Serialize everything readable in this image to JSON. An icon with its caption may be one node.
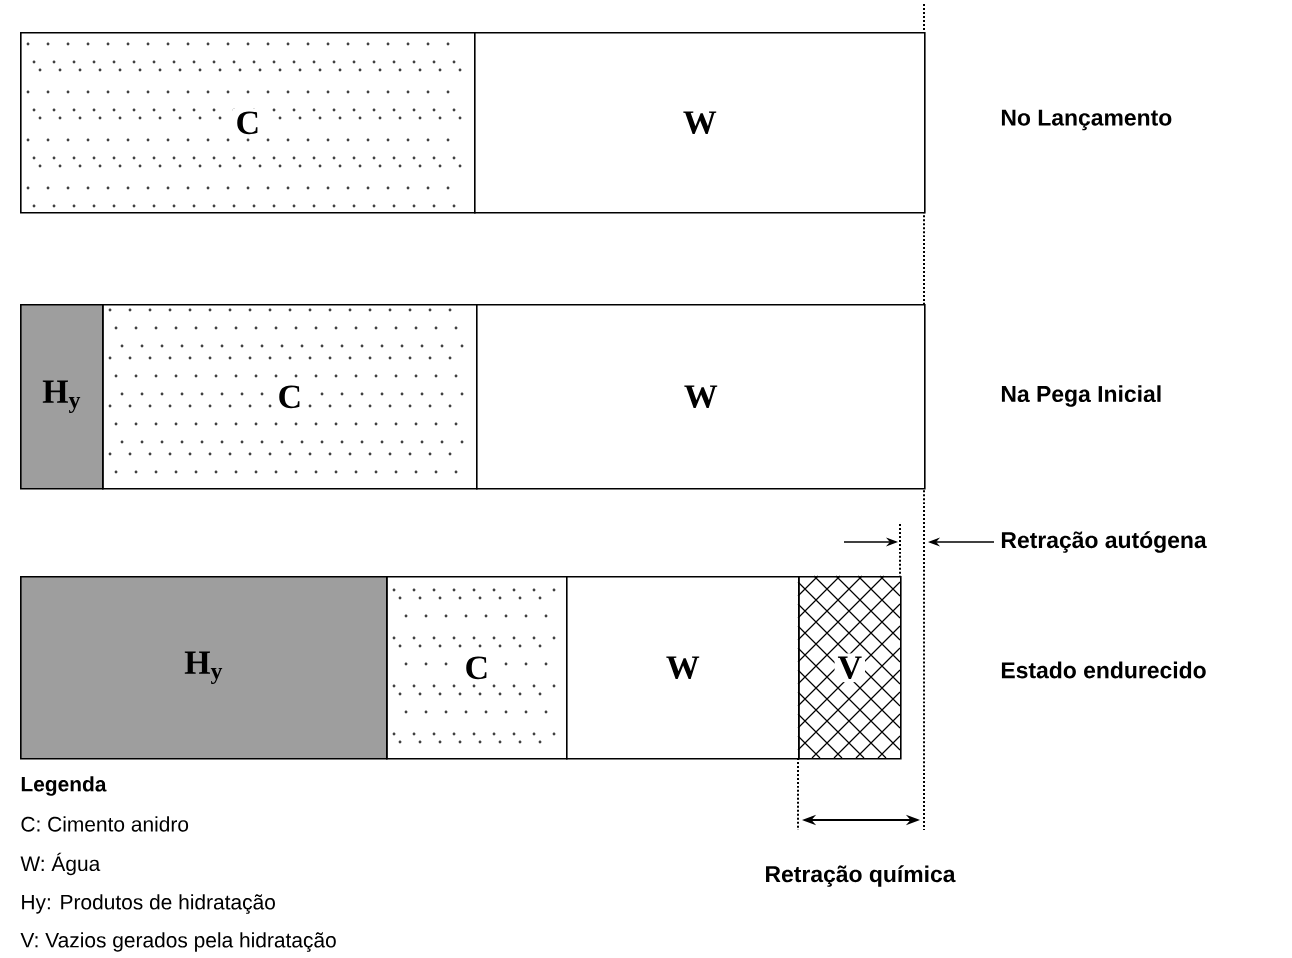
{
  "diagram": {
    "nodes": [
      {
        "text": [
          "C"
        ]
      },
      {
        "text": [
          "W"
        ]
      },
      {
        "text": [
          "H$_{y}$"
        ]
      },
      {
        "text": [
          "C"
        ]
      },
      {
        "text": [
          "W"
        ]
      },
      {
        "text": [
          "H$_{y}$"
        ]
      },
      {
        "text": [
          "C"
        ]
      },
      {
        "text": [
          "W"
        ]
      },
      {
        "text": [
          "V"
        ]
      }
    ],
    "labels": [
      "No Lançamento",
      "Na Pega Inicial",
      "Retração autógena",
      "Estado endurecido",
      "Legenda",
      "C: Cimento anidro",
      "W: Água",
      "Retração química",
      "Hy: Produtos de hidratação",
      "V: Vazios gerados pela hidratação"
    ]
  }
}
